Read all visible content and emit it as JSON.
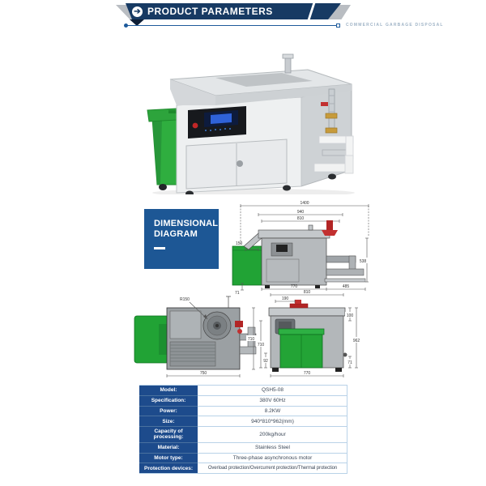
{
  "colors": {
    "navy": "#16365f",
    "banner": "#173a63",
    "accent": "#1d5a9b",
    "tableblue": "#1d4b8c",
    "green": "#27a437",
    "red": "#c03030"
  },
  "header": {
    "title": "PRODUCT PARAMETERS",
    "subtitle": "COMMERCIAL GARBAGE DISPOSAL"
  },
  "section_label": {
    "line1": "DIMENSIONAL",
    "line2": "DIAGRAM"
  },
  "diagrams": {
    "side": {
      "d_total": "1400",
      "d_940": "940",
      "d_810": "810",
      "d_150": "150",
      "d_538": "538",
      "d_71": "71",
      "d_770": "770",
      "d_485": "485"
    },
    "top": {
      "r_label": "R150",
      "d_710": "710",
      "d_750": "750"
    },
    "front": {
      "d_810": "810",
      "d_190": "190",
      "d_100": "100",
      "d_962": "962",
      "d_71": "71",
      "d_710": "710",
      "d_92": "92",
      "d_770": "770"
    }
  },
  "table": {
    "rows": [
      {
        "label": "Model:",
        "value": "QSH5-08"
      },
      {
        "label": "Specification:",
        "value": "380V 60Hz"
      },
      {
        "label": "Power:",
        "value": "8.2KW"
      },
      {
        "label": "Size:",
        "value": "940*810*962(mm)"
      },
      {
        "label": "Capacity of processing:",
        "value": "200kg/hour"
      },
      {
        "label": "Material:",
        "value": "Stainless Steel"
      },
      {
        "label": "Motor type:",
        "value": "Three-phase asynchronous motor"
      },
      {
        "label": "Protection devices:",
        "value": "Overload protection/Overcurrent protection/Thermal protection"
      }
    ]
  }
}
